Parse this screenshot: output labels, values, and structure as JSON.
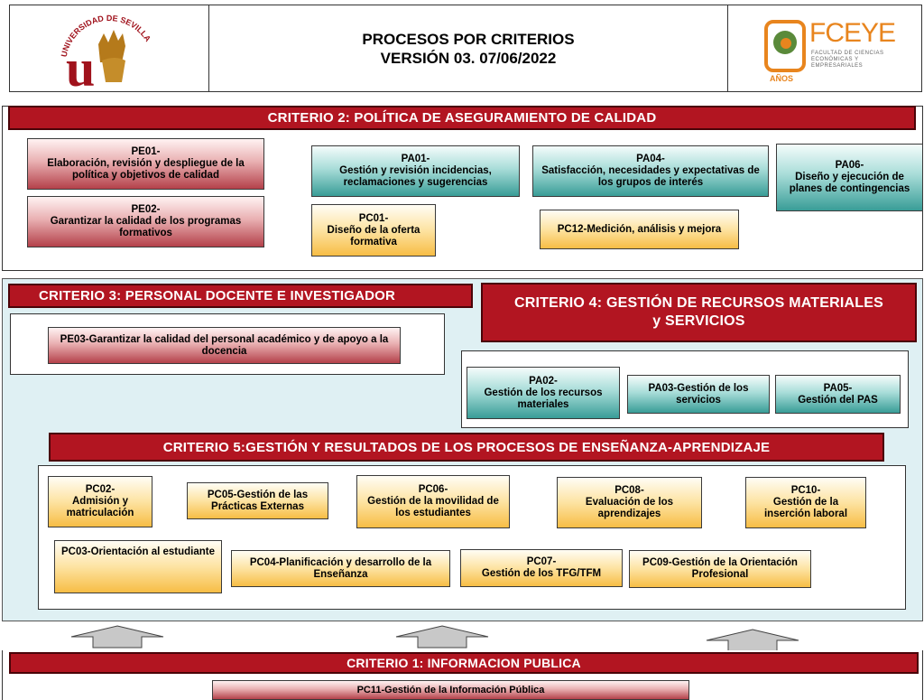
{
  "header": {
    "title_line1": "PROCESOS POR CRITERIOS",
    "title_line2": "VERSIÓN 03. 07/06/2022",
    "left_logo_text": "UNIVERSIDAD DE SEVILLA",
    "right_logo": {
      "brand": "FCEYE",
      "sub1": "FACULTAD DE CIENCIAS",
      "sub2": "ECONÓMICAS Y",
      "sub3": "EMPRESARIALES",
      "anos": "AÑOS"
    }
  },
  "criterio2": {
    "title": "CRITERIO 2: POLÍTICA DE ASEGURAMIENTO DE CALIDAD",
    "boxes": [
      {
        "code": "PE01-",
        "text": "Elaboración, revisión y despliegue de la política y objetivos de calidad"
      },
      {
        "code": "PE02-",
        "text": "Garantizar la calidad de los programas formativos"
      },
      {
        "code": "PA01-",
        "text": "Gestión y revisión incidencias, reclamaciones y sugerencias"
      },
      {
        "code": "PC01-",
        "text": "Diseño de la oferta formativa"
      },
      {
        "code": "PA04-",
        "text": "Satisfacción, necesidades y expectativas de los grupos de interés"
      },
      {
        "code": "",
        "text": "PC12-Medición, análisis y mejora"
      },
      {
        "code": "PA06-",
        "text": "Diseño y ejecución de planes de contingencias"
      }
    ]
  },
  "criterio3": {
    "title": "CRITERIO 3: PERSONAL DOCENTE E INVESTIGADOR",
    "boxes": [
      {
        "code": "",
        "text": "PE03-Garantizar la calidad del personal académico y de apoyo a la docencia"
      }
    ]
  },
  "criterio4": {
    "title_line1": "CRITERIO 4: GESTIÓN DE RECURSOS MATERIALES",
    "title_line2": "y SERVICIOS",
    "boxes": [
      {
        "code": "PA02-",
        "text": "Gestión de los recursos materiales"
      },
      {
        "code": "",
        "text": "PA03-Gestión de los servicios"
      },
      {
        "code": "PA05-",
        "text": "Gestión del PAS"
      }
    ]
  },
  "criterio5": {
    "title": "CRITERIO 5:GESTIÓN Y RESULTADOS  DE LOS PROCESOS DE ENSEÑANZA-APRENDIZAJE",
    "boxes": [
      {
        "code": "PC02-",
        "text": "Admisión y matriculación"
      },
      {
        "code": "",
        "text": "PC05-Gestión de las Prácticas Externas"
      },
      {
        "code": "PC06-",
        "text": "Gestión de la movilidad de los estudiantes"
      },
      {
        "code": "PC08-",
        "text": "Evaluación de los aprendizajes"
      },
      {
        "code": "PC10-",
        "text": "Gestión de la inserción laboral"
      },
      {
        "code": "",
        "text": "PC03-Orientación al estudiante"
      },
      {
        "code": "",
        "text": "PC04-Planificación y desarrollo de la Enseñanza"
      },
      {
        "code": "PC07-",
        "text": "Gestión de los TFG/TFM"
      },
      {
        "code": "",
        "text": "PC09-Gestión de la Orientación Profesional"
      }
    ]
  },
  "criterio1": {
    "title": "CRITERIO 1: INFORMACION PUBLICA",
    "boxes": [
      {
        "code": "",
        "text": "PC11-Gestión de la Información Pública"
      }
    ]
  },
  "colors": {
    "banner": "#b21521",
    "red_box": "#b4414a",
    "teal_box": "#399d97",
    "yellow_box": "#f7bd45",
    "panel_bg": "#dff0f3"
  }
}
